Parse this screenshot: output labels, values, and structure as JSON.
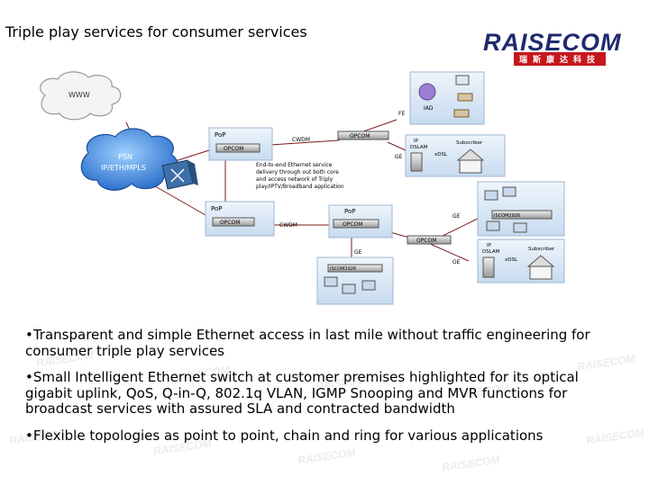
{
  "slide": {
    "title": "Triple play services for consumer services",
    "logo": {
      "brand": "RAISECOM",
      "sub": "瑞斯康达科技"
    },
    "watermark": "RAISECOM"
  },
  "diagram": {
    "labels": {
      "www": "WWW",
      "psn_line1": "PSN",
      "psn_line2": "IP/ETH/MPLS",
      "pop_top": "PoP",
      "opcom_top_left": "OPCOM",
      "cwdm_top": "CWDM",
      "opcom_top_right": "OPCOM",
      "fe": "FE",
      "iad": "IAD",
      "ge_top": "GE",
      "ip_dslam_line1": "IP",
      "ip_dslam_line2": "DSLAM",
      "xdsl_top": "xDSL",
      "subscriber_top": "Subscriber",
      "note_line1": "End-to-end Ethernet service",
      "note_line2": "delivery through out both core",
      "note_line3": "and access network of Triply",
      "note_line4": "play/IPTV/Broadband application",
      "pop_bottom_left": "PoP",
      "opcom_bottom_left": "OPCOM",
      "cwdm_bottom": "CWDM",
      "pop_bottom_mid": "PoP",
      "opcom_bottom_mid": "OPCOM",
      "ge_right": "GE",
      "switch_right": "ISCOM2926",
      "opcom_bottom_right": "OPCOM",
      "ip_dslam2_line1": "IP",
      "ip_dslam2_line2": "DSLAM",
      "xdsl_bottom": "xDSL",
      "subscriber_bottom": "Subscriber",
      "ge_bottom_right": "GE",
      "ge_bottom": "GE",
      "switch_bottom": "ISCOM2926"
    }
  },
  "bullets": [
    "•Transparent and simple Ethernet access in last mile without traffic engineering for consumer triple play services",
    "•Small Intelligent Ethernet switch at customer premises highlighted for its optical gigabit uplink, QoS, Q-in-Q, 802.1q VLAN, IGMP Snooping and MVR functions for broadcast services with assured SLA and contracted bandwidth",
    "•Flexible topologies as point to point, chain and ring for various applications"
  ],
  "colors": {
    "brand": "#1f2a6e",
    "accent": "#c8161d",
    "link_line": "#7a1a1a",
    "node_box": "#cfe0f2",
    "cloud_psn": "#2e7bd6"
  }
}
